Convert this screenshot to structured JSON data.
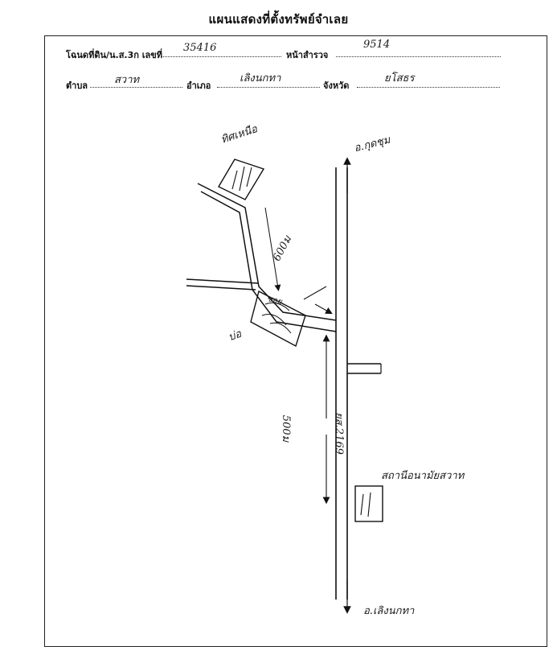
{
  "title": "แผนแสดงที่ตั้งทรัพย์จำเลย",
  "header": {
    "deed_label": "โฉนดที่ดิน/น.ส.3ก เลขที่",
    "deed_value": "35416",
    "survey_label": "หน้าสำรวจ",
    "survey_value": "9514",
    "subdistrict_label": "ตำบล",
    "subdistrict_value": "สวาท",
    "district_label": "อำเภอ",
    "district_value": "เลิงนกทา",
    "province_label": "จังหวัด",
    "province_value": "ยโสธร"
  },
  "map": {
    "north_label": "ทิศเหนือ",
    "top_destination": "อ.กุดชุม",
    "side_distance": "600ม",
    "side_road_label": "ซอย",
    "plot_label": "บ่อ",
    "main_distance": "500ม",
    "road_code": "ยส.2169",
    "landmark": "สถานีอนามัยสวาท",
    "bottom_destination": "อ.เลิงนกทา"
  }
}
